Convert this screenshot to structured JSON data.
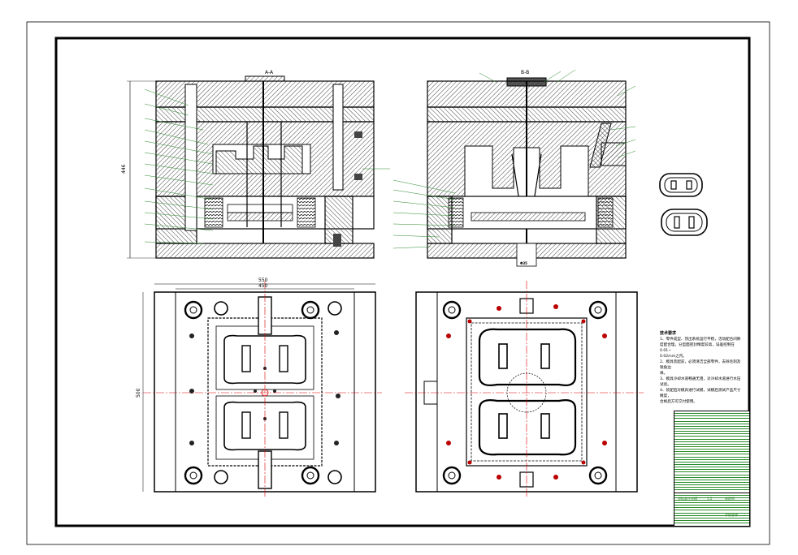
{
  "drawing": {
    "section_a_title": "A-A",
    "section_b_title": "B-B",
    "dims": {
      "height_left": "446",
      "width_top_outer": "550",
      "width_top_inner": "450",
      "height_front": "500",
      "nozzle_width": "Φ35"
    },
    "notes": {
      "title": "技术要求",
      "lines": [
        "1、零件成型、顶出系统运行平稳，活动配合间隙",
        "度配合理，分型面密封精度较高，误差控制在0.01~",
        "0.02mm之内。",
        "2、模具装配前，必须清洁全部零件，去除毛刺及锐角边",
        "缘。",
        "3、模具冷却水道畅通无阻，对冷却水道进行水压试验。",
        "4、装配后对模具进行试模，试模后测试产品尺寸精度，",
        "合格后方可交付使用。"
      ]
    },
    "title_block": {
      "drawing_name": "塑料盒注塑模",
      "school": "学校名称",
      "scale": "1:2",
      "sheet": "装配图"
    }
  }
}
